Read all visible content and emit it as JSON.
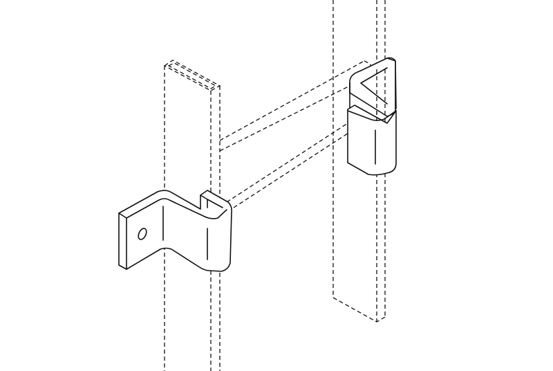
{
  "figure": {
    "style": "patent line drawing",
    "line_color": "#111111",
    "background_color": "#ffffff",
    "parts": [
      "left-post",
      "right-post",
      "crossbar",
      "left-bracket",
      "right-bracket"
    ]
  }
}
